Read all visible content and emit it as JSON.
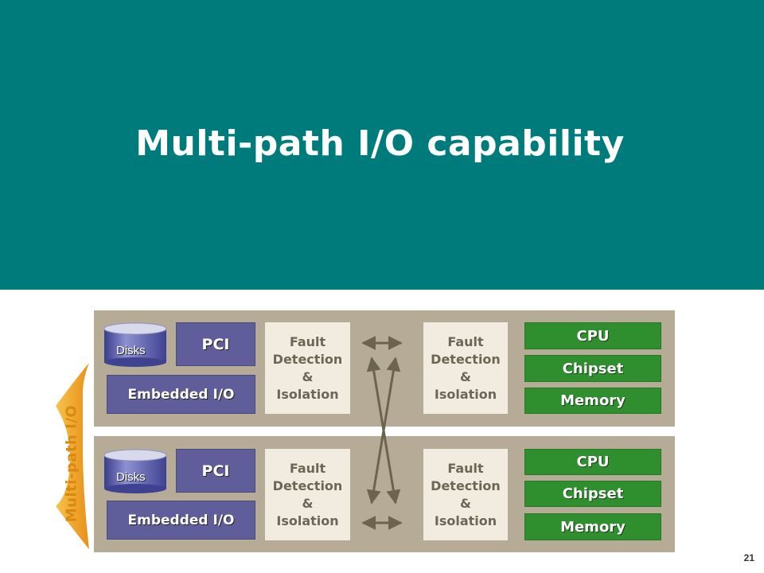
{
  "title": "Multi-path I/O capability",
  "side_label": "Multi-path I/O",
  "page_number": "21",
  "colors": {
    "header": "#007b7b",
    "panel": "#b6ab97",
    "io": "#5f5e9b",
    "cpu": "#2f8f2f",
    "fault_bg": "#f2ece0",
    "accent": "#f0a020"
  },
  "nodes": [
    {
      "disks": "Disks",
      "pci": "PCI",
      "embedded": "Embedded I/O",
      "fault_left": [
        "Fault",
        "Detection",
        "&",
        "Isolation"
      ],
      "fault_right": [
        "Fault",
        "Detection",
        "&",
        "Isolation"
      ],
      "cpu": "CPU",
      "chipset": "Chipset",
      "memory": "Memory"
    },
    {
      "disks": "Disks",
      "pci": "PCI",
      "embedded": "Embedded I/O",
      "fault_left": [
        "Fault",
        "Detection",
        "&",
        "Isolation"
      ],
      "fault_right": [
        "Fault",
        "Detection",
        "&",
        "Isolation"
      ],
      "cpu": "CPU",
      "chipset": "Chipset",
      "memory": "Memory"
    }
  ]
}
